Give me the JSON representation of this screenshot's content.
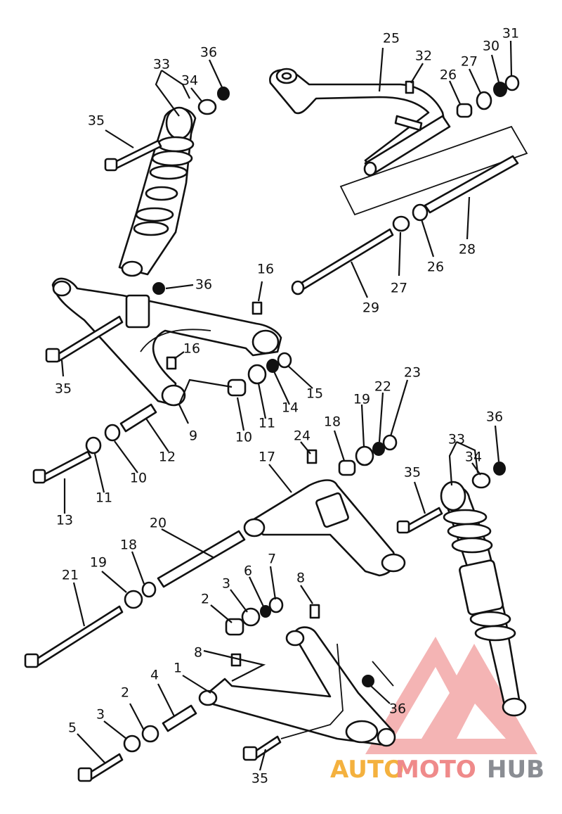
{
  "callouts": [
    {
      "id": "c1",
      "text": "1"
    },
    {
      "id": "c2a",
      "text": "2"
    },
    {
      "id": "c2b",
      "text": "2"
    },
    {
      "id": "c3a",
      "text": "3"
    },
    {
      "id": "c3b",
      "text": "3"
    },
    {
      "id": "c4",
      "text": "4"
    },
    {
      "id": "c5",
      "text": "5"
    },
    {
      "id": "c6",
      "text": "6"
    },
    {
      "id": "c7",
      "text": "7"
    },
    {
      "id": "c8a",
      "text": "8"
    },
    {
      "id": "c8b",
      "text": "8"
    },
    {
      "id": "c9",
      "text": "9"
    },
    {
      "id": "c10a",
      "text": "10"
    },
    {
      "id": "c10b",
      "text": "10"
    },
    {
      "id": "c11a",
      "text": "11"
    },
    {
      "id": "c11b",
      "text": "11"
    },
    {
      "id": "c12",
      "text": "12"
    },
    {
      "id": "c13",
      "text": "13"
    },
    {
      "id": "c14",
      "text": "14"
    },
    {
      "id": "c15",
      "text": "15"
    },
    {
      "id": "c16a",
      "text": "16"
    },
    {
      "id": "c16b",
      "text": "16"
    },
    {
      "id": "c17",
      "text": "17"
    },
    {
      "id": "c18a",
      "text": "18"
    },
    {
      "id": "c18b",
      "text": "18"
    },
    {
      "id": "c19a",
      "text": "19"
    },
    {
      "id": "c19b",
      "text": "19"
    },
    {
      "id": "c20",
      "text": "20"
    },
    {
      "id": "c21",
      "text": "21"
    },
    {
      "id": "c22",
      "text": "22"
    },
    {
      "id": "c23",
      "text": "23"
    },
    {
      "id": "c24",
      "text": "24"
    },
    {
      "id": "c25",
      "text": "25"
    },
    {
      "id": "c26a",
      "text": "26"
    },
    {
      "id": "c26b",
      "text": "26"
    },
    {
      "id": "c27a",
      "text": "27"
    },
    {
      "id": "c27b",
      "text": "27"
    },
    {
      "id": "c28",
      "text": "28"
    },
    {
      "id": "c29",
      "text": "29"
    },
    {
      "id": "c30",
      "text": "30"
    },
    {
      "id": "c31",
      "text": "31"
    },
    {
      "id": "c32",
      "text": "32"
    },
    {
      "id": "c33a",
      "text": "33"
    },
    {
      "id": "c33b",
      "text": "33"
    },
    {
      "id": "c34a",
      "text": "34"
    },
    {
      "id": "c34b",
      "text": "34"
    },
    {
      "id": "c35a",
      "text": "35"
    },
    {
      "id": "c35b",
      "text": "35"
    },
    {
      "id": "c35c",
      "text": "35"
    },
    {
      "id": "c35d",
      "text": "35"
    },
    {
      "id": "c36a",
      "text": "36"
    },
    {
      "id": "c36b",
      "text": "36"
    },
    {
      "id": "c36c",
      "text": "36"
    },
    {
      "id": "c36d",
      "text": "36"
    }
  ],
  "watermark": {
    "part1": "AUTO",
    "part2": "MOTO",
    "part3": "HUB",
    "colors": {
      "auto": "#f4b13e",
      "moto": "#ef8a8a",
      "hub": "#8a8d93",
      "logo": "#ef8a8a"
    }
  }
}
